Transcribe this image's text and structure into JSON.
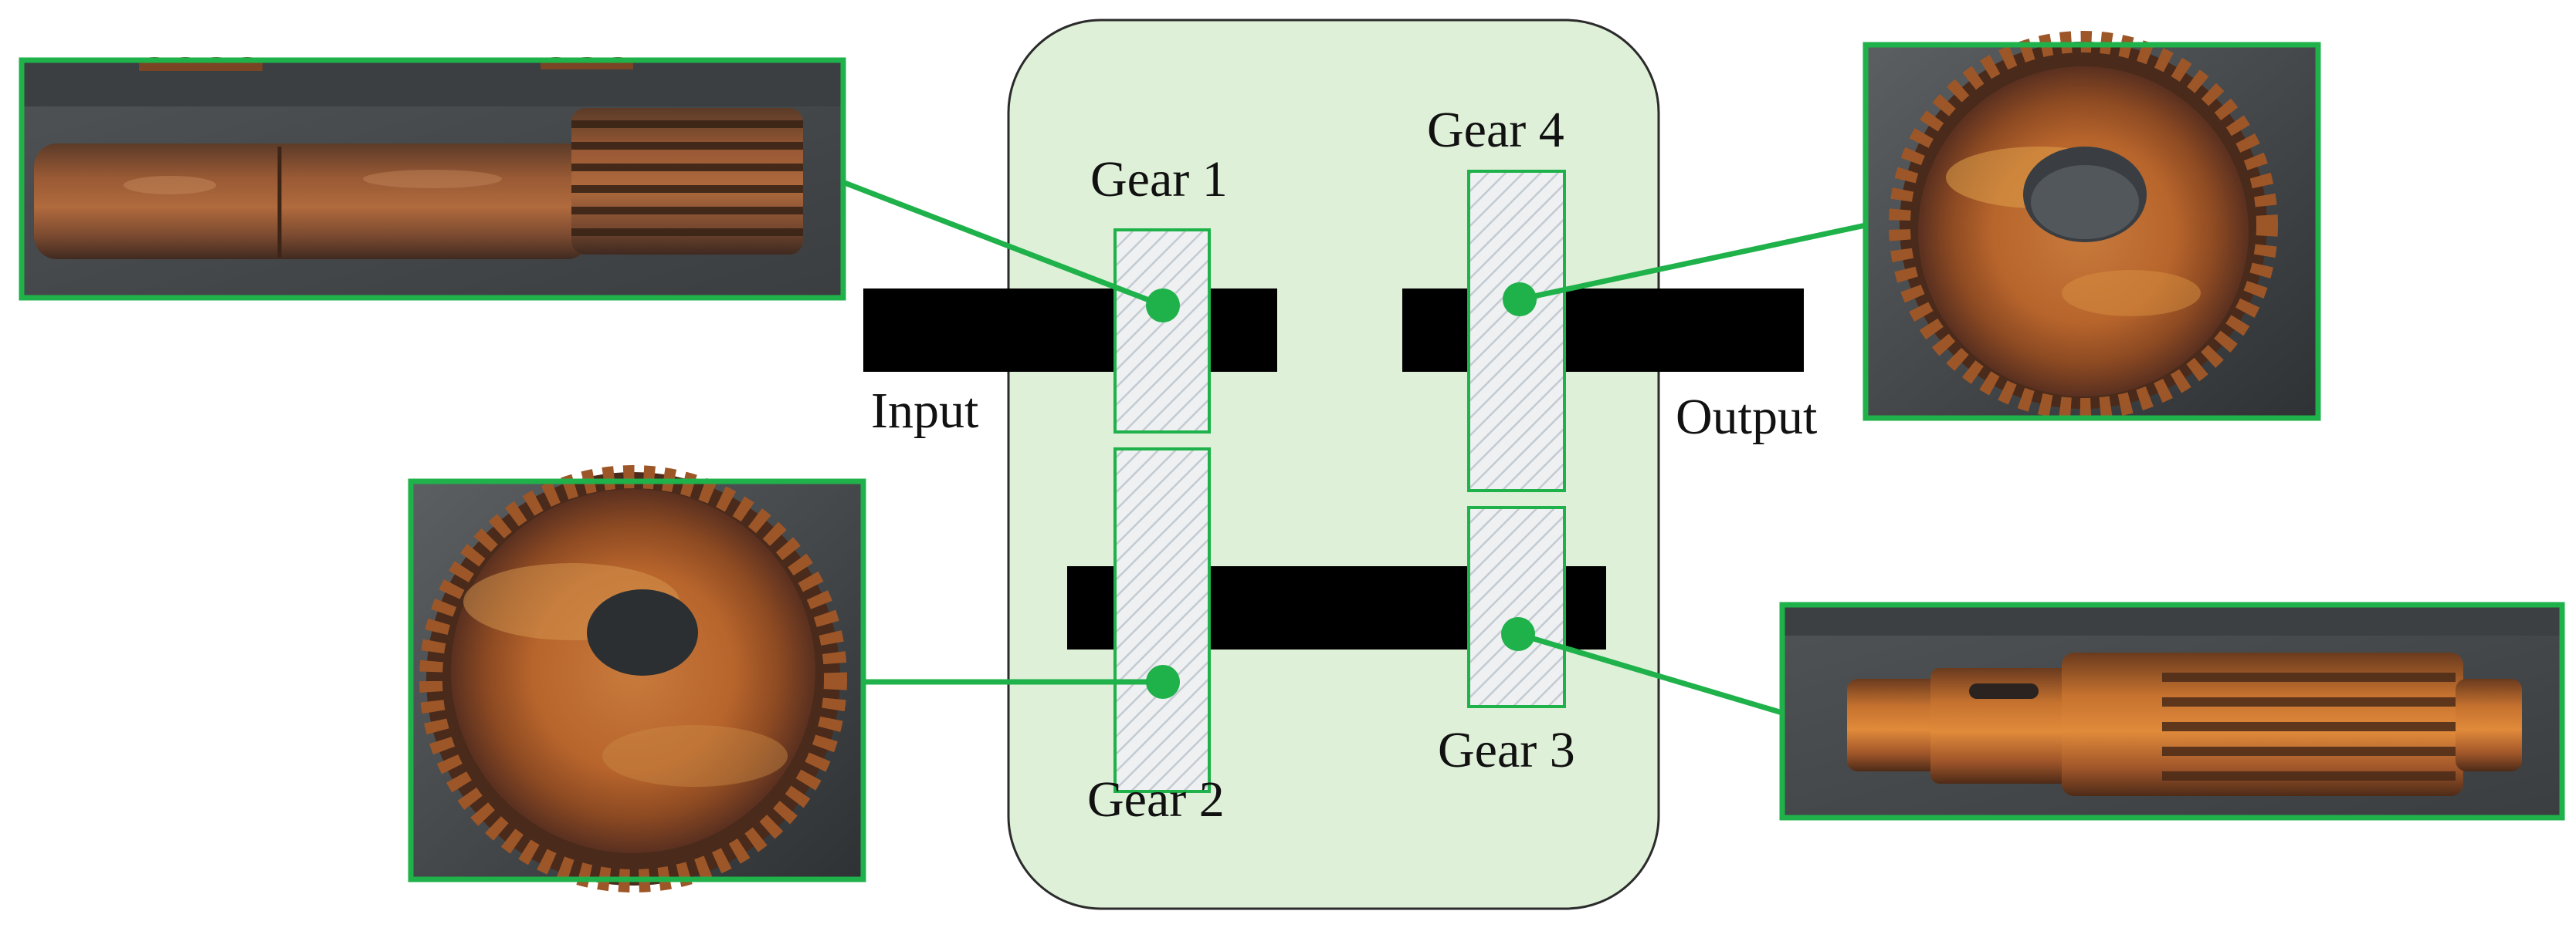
{
  "colors": {
    "housing_fill": "#dff0d8",
    "housing_stroke": "#2b2b2b",
    "shaft": "#000000",
    "gear_fill": "#eef0f1",
    "gear_hatch": "#c3cbd2",
    "accent_green": "#1fb14a"
  },
  "labels": {
    "input": "Input",
    "output": "Output",
    "gear1": "Gear 1",
    "gear2": "Gear 2",
    "gear3": "Gear 3",
    "gear4": "Gear 4"
  },
  "photos": {
    "input_shaft": "rusted-splined-input-shaft-photo",
    "gear4": "rusted-large-gear-photo",
    "gear2": "rusted-large-gear-photo",
    "gear3_shaft": "rusted-splined-countershaft-photo"
  }
}
